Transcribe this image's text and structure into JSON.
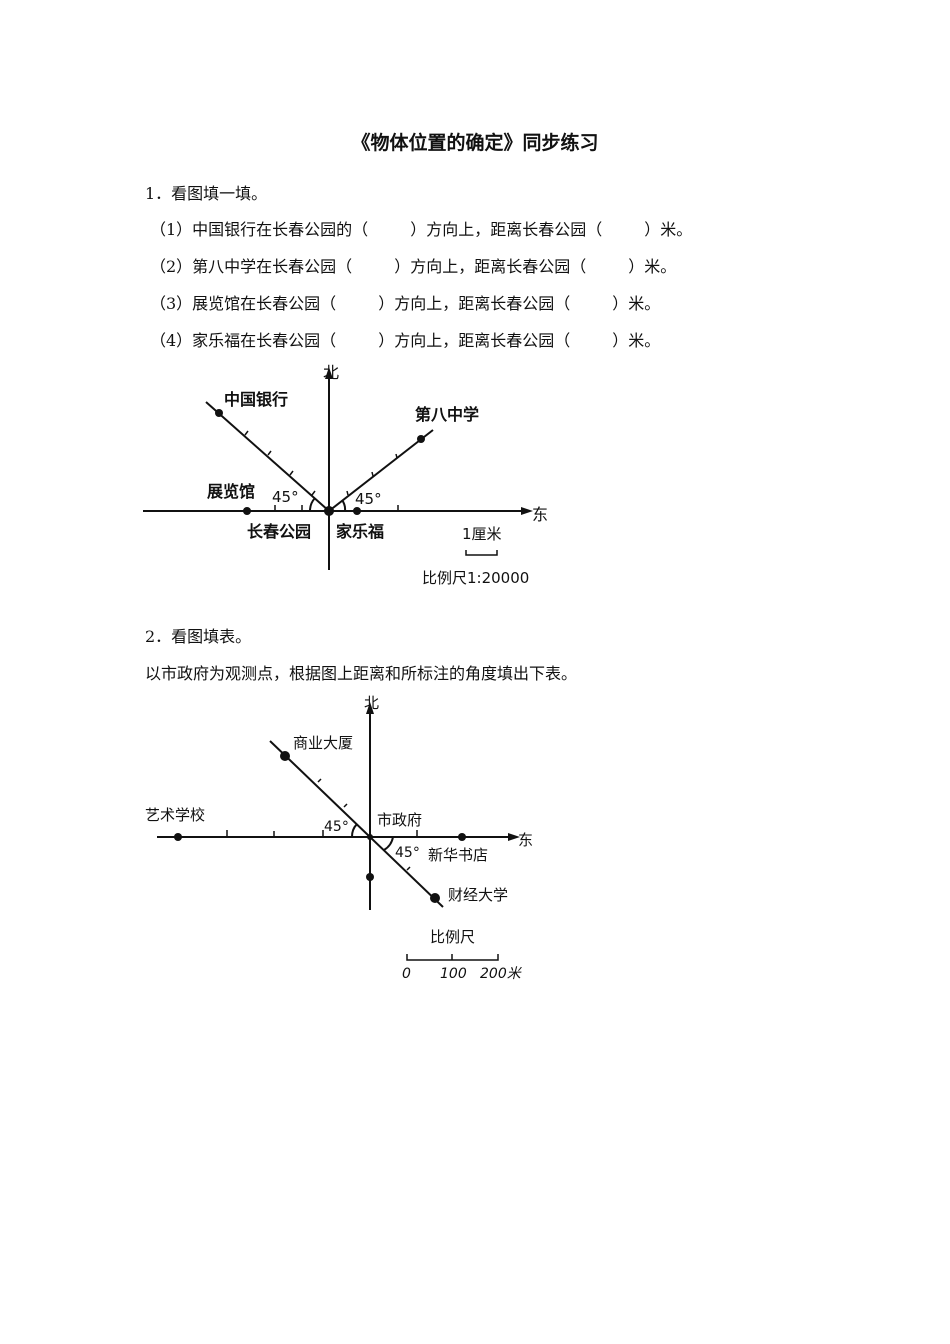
{
  "title": "《物体位置的确定》同步练习",
  "q1": {
    "heading": "1．看图填一填。",
    "items": [
      {
        "prefix": "（1）中国银行在长春公园的（",
        "mid": "）方向上，距离长春公园（",
        "suffix": "）米。"
      },
      {
        "prefix": "（2）第八中学在长春公园（",
        "mid": "）方向上，距离长春公园（",
        "suffix": "）米。"
      },
      {
        "prefix": "（3）展览馆在长春公园（",
        "mid": "）方向上，距离长春公园（",
        "suffix": "）米。"
      },
      {
        "prefix": "（4）家乐福在长春公园（",
        "mid": "）方向上，距离长春公园（",
        "suffix": "）米。"
      }
    ],
    "diagram": {
      "north": "北",
      "east": "东",
      "labels": {
        "bank": "中国银行",
        "school8": "第八中学",
        "exhibition": "展览馆",
        "park": "长春公园",
        "carrefour": "家乐福",
        "angle_left": "45°",
        "angle_right": "45°"
      },
      "scale_unit": "1厘米",
      "scale_text": "比例尺1:20000"
    }
  },
  "q2": {
    "heading": "2．看图填表。",
    "instruction": "以市政府为观测点，根据图上距离和所标注的角度填出下表。",
    "diagram": {
      "north": "北",
      "east": "东",
      "labels": {
        "mall": "商业大厦",
        "art_school": "艺术学校",
        "city_hall": "市政府",
        "bookstore": "新华书店",
        "university": "财经大学",
        "angle_left": "45°",
        "angle_right": "45°"
      },
      "scale_title": "比例尺",
      "scale_ticks": [
        "0",
        "100",
        "200米"
      ]
    }
  }
}
